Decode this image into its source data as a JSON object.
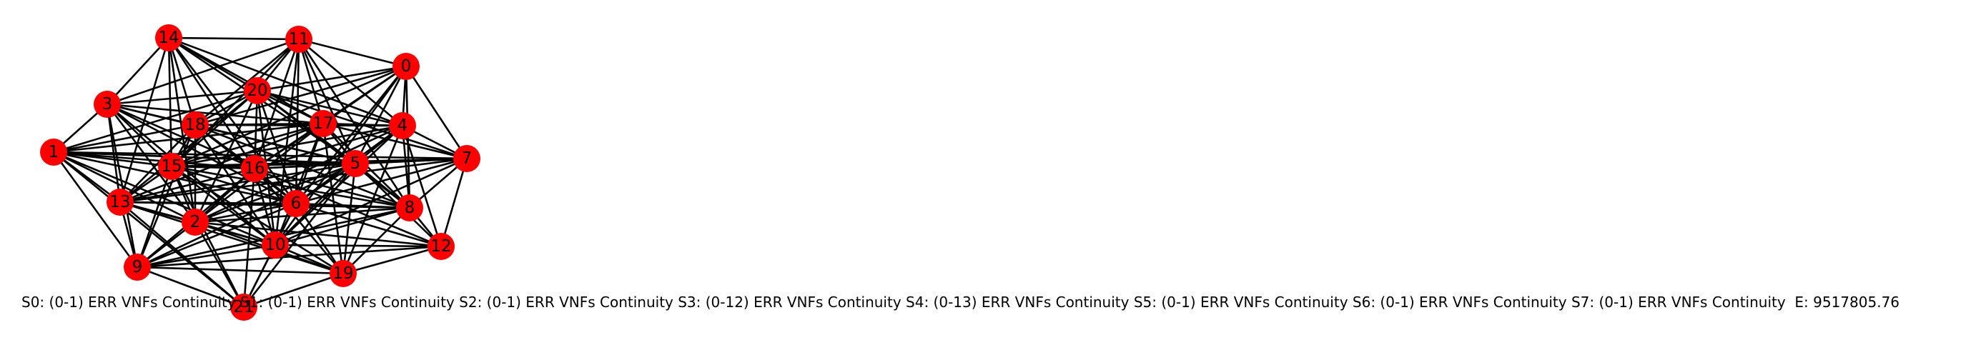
{
  "graph": {
    "nodes": [
      {
        "id": "0",
        "label": "0"
      },
      {
        "id": "1",
        "label": "1"
      },
      {
        "id": "2",
        "label": "2"
      },
      {
        "id": "3",
        "label": "3"
      },
      {
        "id": "4",
        "label": "4"
      },
      {
        "id": "5",
        "label": "5"
      },
      {
        "id": "6",
        "label": "6"
      },
      {
        "id": "7",
        "label": "7"
      },
      {
        "id": "8",
        "label": "8"
      },
      {
        "id": "9",
        "label": "9"
      },
      {
        "id": "10",
        "label": "10"
      },
      {
        "id": "11",
        "label": "11"
      },
      {
        "id": "12",
        "label": "12"
      },
      {
        "id": "13",
        "label": "13"
      },
      {
        "id": "14",
        "label": "14"
      },
      {
        "id": "15",
        "label": "15"
      },
      {
        "id": "16",
        "label": "16"
      },
      {
        "id": "17",
        "label": "17"
      },
      {
        "id": "18",
        "label": "18"
      },
      {
        "id": "19",
        "label": "19"
      },
      {
        "id": "20",
        "label": "20"
      },
      {
        "id": "21",
        "label": "21"
      }
    ],
    "node_color": "#ff0000",
    "edge_color": "#000000"
  },
  "caption": {
    "text": "S0: (0-1) ERR VNFs Continuity S1: (0-1) ERR VNFs Continuity S2: (0-1) ERR VNFs Continuity S3: (0-12) ERR VNFs Continuity S4: (0-13) ERR VNFs Continuity S5: (0-1) ERR VNFs Continuity S6: (0-1) ERR VNFs Continuity S7: (0-1) ERR VNFs Continuity  E: 9517805.76"
  }
}
